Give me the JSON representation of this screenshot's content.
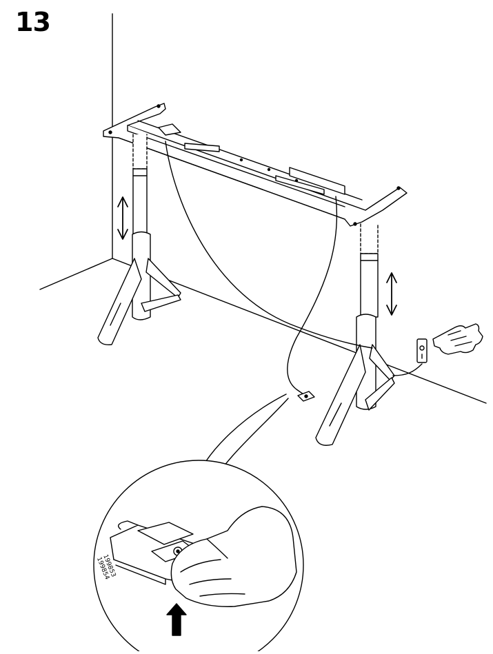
{
  "step": {
    "number": "13"
  },
  "detail": {
    "part_codes": [
      "199853",
      "199854"
    ]
  },
  "icons": {
    "press_hand": "hand-press-icon",
    "height_arrow": "double-arrow-icon",
    "push_arrow": "up-arrow-icon"
  }
}
